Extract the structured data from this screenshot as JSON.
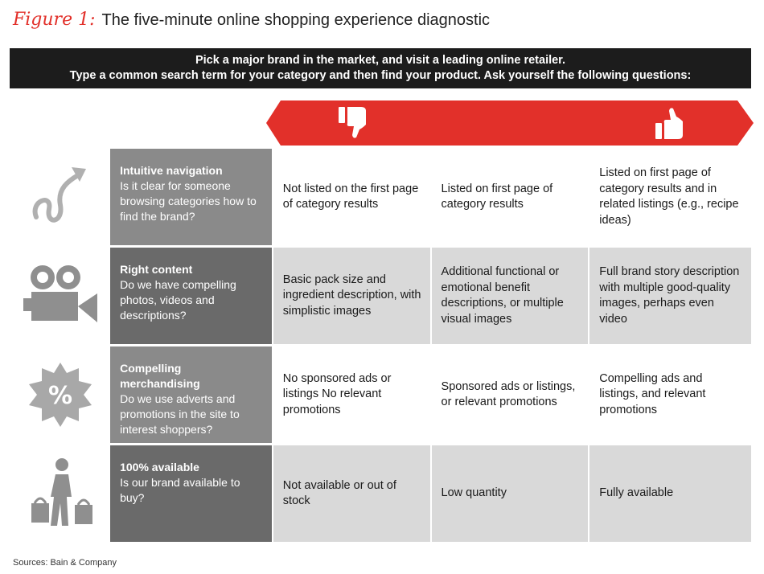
{
  "header": {
    "figure_label": "Figure 1:",
    "title": "The five-minute online shopping experience diagnostic"
  },
  "banner": {
    "line1": "Pick a major brand in the market, and visit a leading online retailer.",
    "line2": "Type a common search term for your category and then find your product. Ask yourself the following questions:"
  },
  "scale": {
    "left_icon": "thumbs-down-icon",
    "right_icon": "thumbs-up-icon",
    "color": "#e2302a"
  },
  "rows": [
    {
      "icon": "navigation-arrow-icon",
      "title": "Intuitive navigation",
      "question": "Is it clear for someone browsing categories how to find the brand?",
      "answers": [
        "Not listed on the first page of category results",
        "Listed on first page of category results",
        "Listed on first page of category results and in related listings (e.g., recipe ideas)"
      ]
    },
    {
      "icon": "video-camera-icon",
      "title": "Right content",
      "question": "Do we have compelling photos, videos and descriptions?",
      "answers": [
        "Basic pack size and ingredient description, with simplistic images",
        "Additional functional or emotional benefit descriptions, or multiple visual images",
        "Full brand story description with multiple good-quality images, perhaps even video"
      ]
    },
    {
      "icon": "percent-badge-icon",
      "title": "Compelling merchandising",
      "question": "Do we use adverts and promotions in the site to interest shoppers?",
      "answers": [
        "No sponsored ads or listings No relevant promotions",
        "Sponsored ads or listings, or relevant promotions",
        "Compelling ads and listings, and relevant promotions"
      ]
    },
    {
      "icon": "shopper-bags-icon",
      "title": "100% available",
      "question": "Is our brand available to buy?",
      "answers": [
        "Not available or out of stock",
        "Low quantity",
        "Fully available"
      ]
    }
  ],
  "footer": {
    "source": "Sources: Bain & Company"
  },
  "colors": {
    "accent": "#e2302a",
    "banner": "#1c1c1c",
    "question_light": "#8a8a8a",
    "question_dark": "#6a6a6a",
    "answer_fill": "#d9d9d9"
  }
}
